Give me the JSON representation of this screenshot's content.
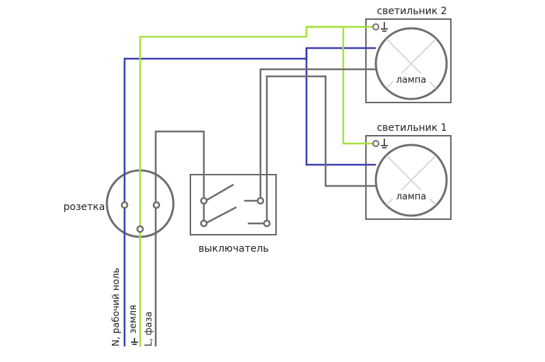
{
  "labels": {
    "socket": "розетка",
    "switch": "выключатель",
    "fixture1": "светильник 1",
    "fixture2": "светильник 2",
    "lamp1": "лампа",
    "lamp2": "лампа",
    "neutral": "N, рабочий ноль",
    "ground": "земля",
    "phase": "L, фаза"
  },
  "colors": {
    "neutral_wire": "#3b3fb0",
    "ground_wire": "#a6e13c",
    "phase_wire": "#6e6e6e",
    "outline": "#6e6e6e",
    "box_border": "#666666",
    "lamp_circle": "#6e6e6e",
    "lamp_cross": "#cccccc",
    "text": "#222222"
  },
  "icons": {
    "ground": "ground-symbol-icon",
    "terminal": "terminal-circle-icon"
  }
}
